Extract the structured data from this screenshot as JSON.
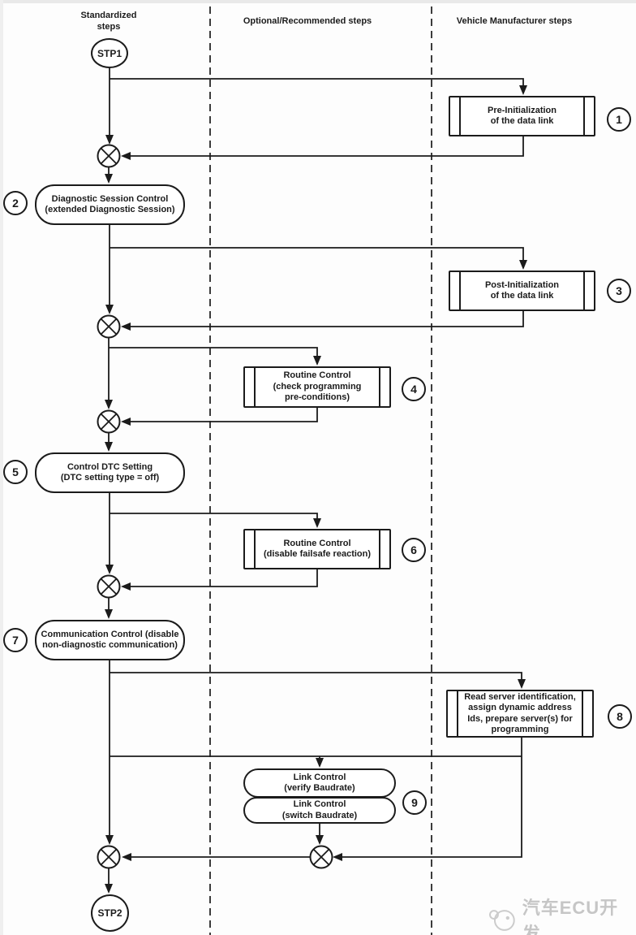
{
  "columns": [
    {
      "label": "Standardized steps"
    },
    {
      "label": "Optional/Recommended steps"
    },
    {
      "label": "Vehicle Manufacturer steps"
    }
  ],
  "terminals": {
    "start": "STP1",
    "end": "STP2"
  },
  "steps": [
    {
      "num": "1",
      "lines": [
        "Pre-Initialization",
        "of the data link"
      ]
    },
    {
      "num": "2",
      "lines": [
        "Diagnostic Session Control",
        "(extended Diagnostic Session)"
      ]
    },
    {
      "num": "3",
      "lines": [
        "Post-Initialization",
        "of the data link"
      ]
    },
    {
      "num": "4",
      "lines": [
        "Routine Control",
        "(check programming",
        "pre-conditions)"
      ]
    },
    {
      "num": "5",
      "lines": [
        "Control DTC Setting",
        "(DTC setting type = off)"
      ]
    },
    {
      "num": "6",
      "lines": [
        "Routine Control",
        "(disable failsafe reaction)"
      ]
    },
    {
      "num": "7",
      "lines": [
        "Communication Control (disable",
        "non-diagnostic communication)"
      ]
    },
    {
      "num": "8",
      "lines": [
        "Read server identification,",
        "assign dynamic address",
        "Ids, prepare server(s) for",
        "programming"
      ]
    },
    {
      "num": "9",
      "lines": [
        "Link Control",
        "(verify Baudrate)"
      ]
    },
    {
      "num": "9",
      "lines": [
        "Link Control",
        "(switch Baudrate)"
      ]
    }
  ],
  "watermark": {
    "text": "汽车ECU开发"
  },
  "colors": {
    "line": "#1b1b1b",
    "watermark_gray": "#c6c6c6"
  }
}
